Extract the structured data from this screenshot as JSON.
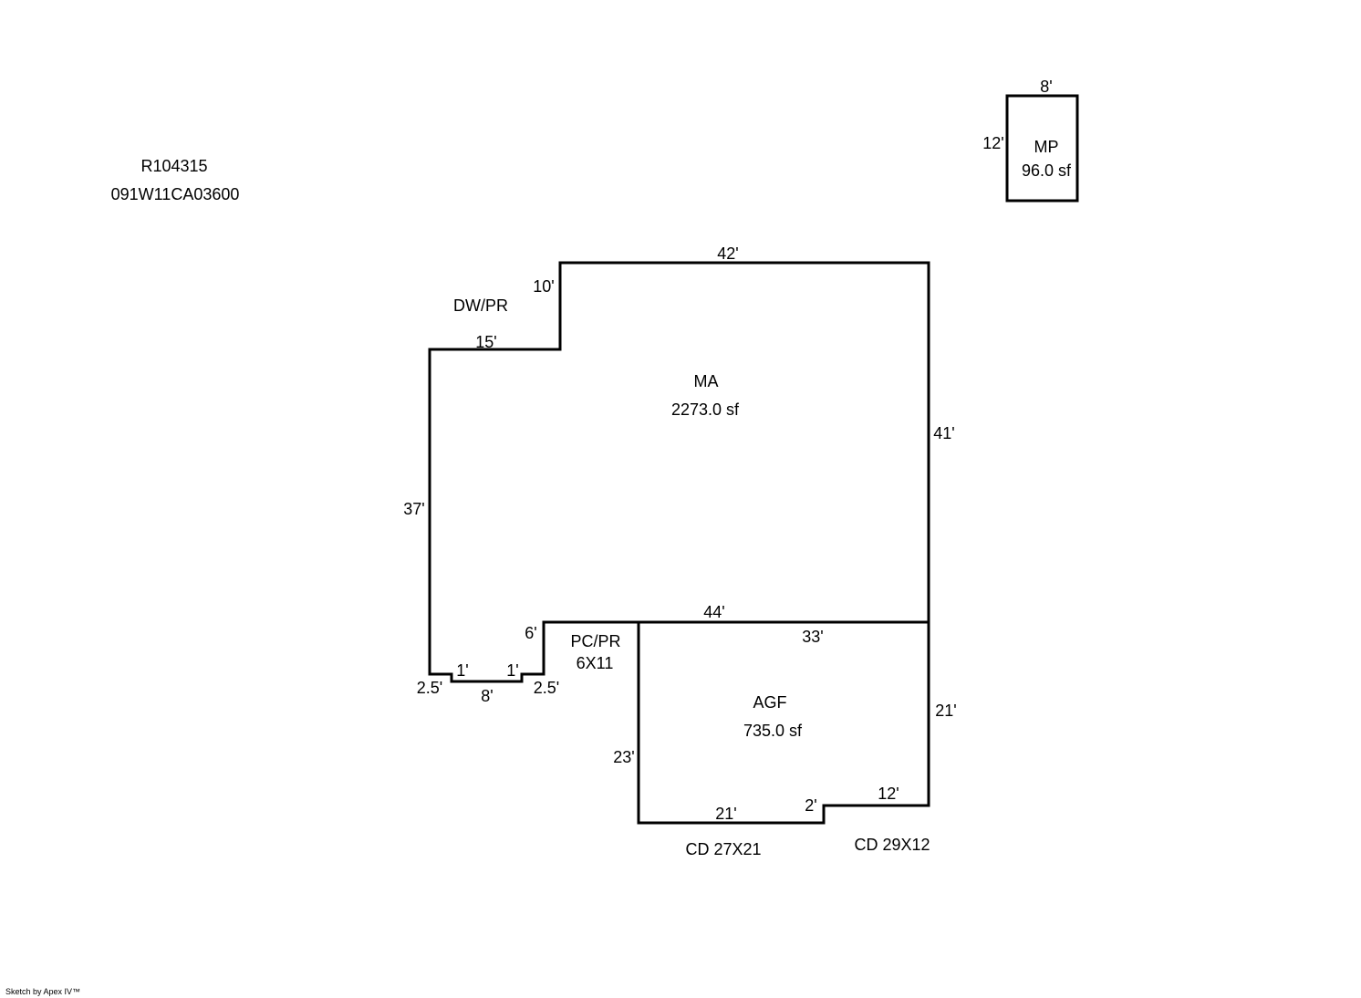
{
  "header": {
    "parcel_id": "R104315",
    "map_tax_lot": "091W11CA03600"
  },
  "areas": {
    "ma": {
      "code": "MA",
      "area": "2273.0 sf"
    },
    "agf": {
      "code": "AGF",
      "area": "735.0 sf"
    },
    "mp": {
      "code": "MP",
      "area": "96.0 sf"
    }
  },
  "annotations": {
    "dw_pr": "DW/PR",
    "pc_pr": "PC/PR",
    "pc_pr_size": "6X11",
    "cd_1": "CD 27X21",
    "cd_2": "CD 29X12"
  },
  "dimensions": {
    "ma_top": "42'",
    "ma_right": "41'",
    "ma_bottom": "44'",
    "ma_left": "37'",
    "step_up": "10'",
    "step_over": "15'",
    "porch_up": "6'",
    "notch_left_drop": "2.5'",
    "notch_left_step": "1'",
    "notch_bottom": "8'",
    "notch_right_step": "1'",
    "notch_right_drop": "2.5'",
    "agf_top": "33'",
    "agf_right": "21'",
    "agf_left": "23'",
    "agf_bottom": "21'",
    "agf_jog": "2'",
    "agf_bottom_right": "12'",
    "mp_top": "8'",
    "mp_left": "12'"
  },
  "footer": {
    "credit": "Sketch by Apex IV™"
  }
}
